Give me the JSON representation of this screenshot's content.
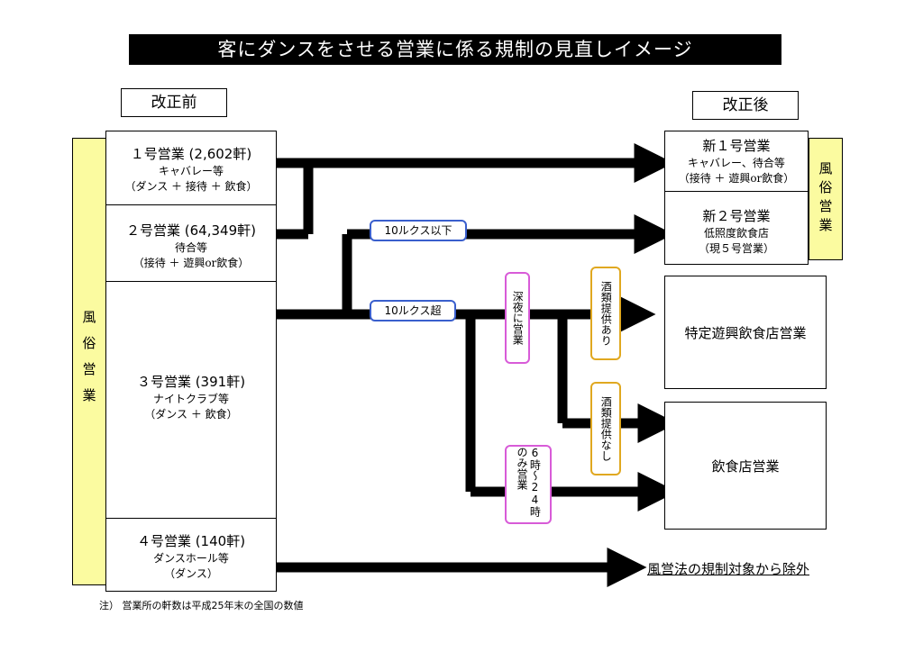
{
  "title": "客にダンスをさせる営業に係る規制の見直しイメージ",
  "before_label": "改正前",
  "after_label": "改正後",
  "fuzoku_left": "風俗営業",
  "fuzoku_right": "風俗営業",
  "categories": [
    {
      "name": "１号営業 (2,602軒)",
      "desc1": "キャバレー等",
      "desc2": "（ダンス ＋ 接待 ＋ 飲食）"
    },
    {
      "name": "２号営業 (64,349軒)",
      "desc1": "待合等",
      "desc2": "（接待 ＋ 遊興or飲食）"
    },
    {
      "name": "３号営業 (391軒)",
      "desc1": "ナイトクラブ等",
      "desc2": "（ダンス ＋ 飲食）"
    },
    {
      "name": "４号営業 (140軒)",
      "desc1": "ダンスホール等",
      "desc2": "（ダンス）"
    }
  ],
  "new_categories": [
    {
      "name": "新１号営業",
      "desc1": "キャバレー、待合等",
      "desc2": "（接待 ＋ 遊興or飲食）"
    },
    {
      "name": "新２号営業",
      "desc1": "低照度飲食店",
      "desc2": "（現５号営業）"
    }
  ],
  "tags": {
    "lux_low": "10ルクス以下",
    "lux_high": "10ルクス超",
    "late_night": "深夜に営業",
    "hours_only": "6時〜24時のみ営業",
    "alcohol_yes": "酒類提供あり",
    "alcohol_no": "酒類提供なし"
  },
  "destinations": {
    "special": "特定遊興飲食店営業",
    "restaurant": "飲食店営業",
    "excluded": "風営法の規制対象から除外"
  },
  "note": "注） 営業所の軒数は平成25年末の全国の数値"
}
